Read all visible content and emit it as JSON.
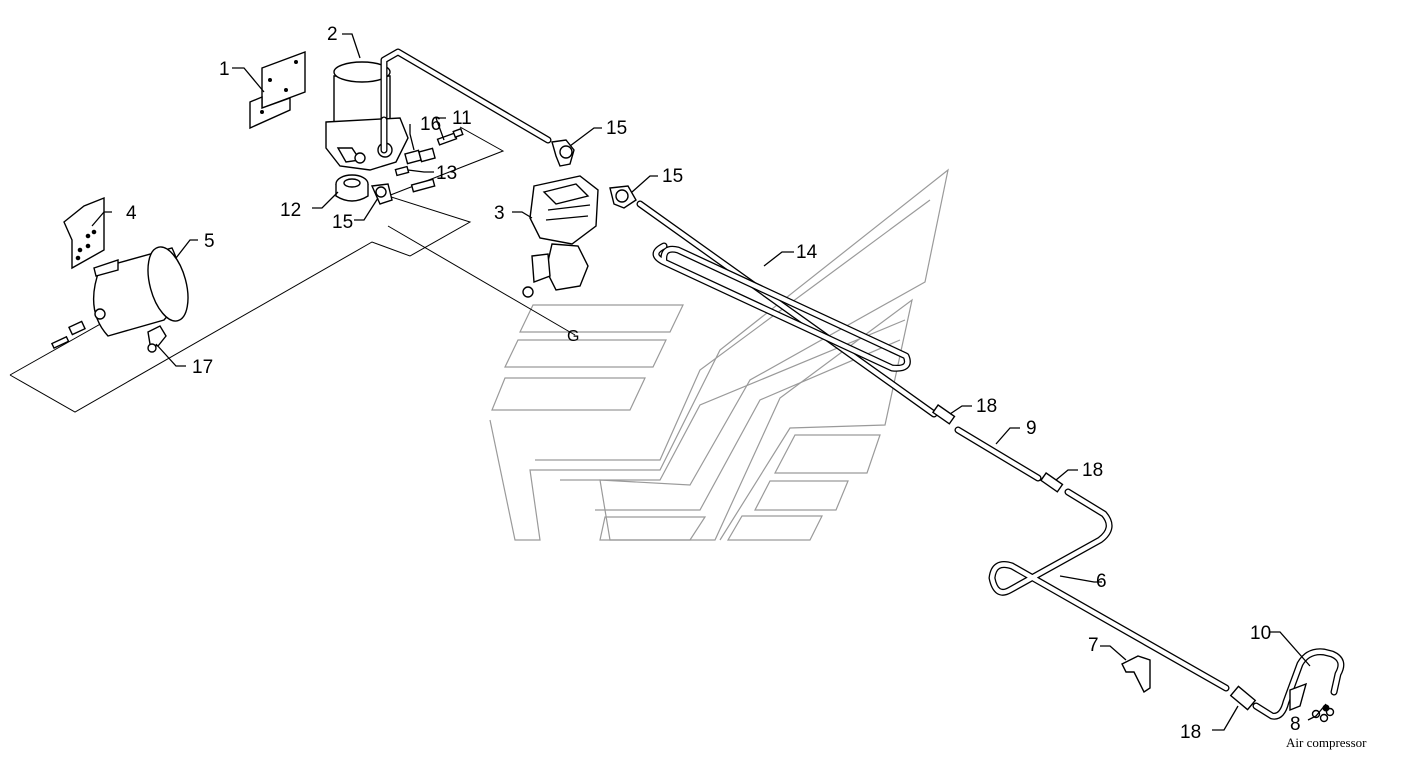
{
  "diagram": {
    "labels": [
      "1",
      "2",
      "3",
      "4",
      "5",
      "6",
      "7",
      "8",
      "9",
      "10",
      "11",
      "12",
      "13",
      "14",
      "15",
      "15",
      "15",
      "16",
      "17",
      "18",
      "18",
      "18"
    ],
    "caption": "Air compressor",
    "letter": "G"
  }
}
